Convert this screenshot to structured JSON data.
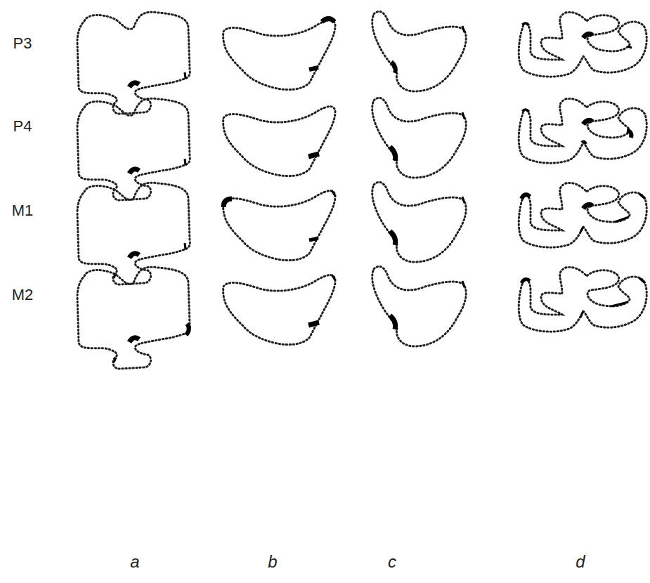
{
  "diagram": {
    "labels": [
      "P3",
      "P4",
      "M1",
      "M2",
      "a",
      "b",
      "c",
      "d"
    ]
  }
}
